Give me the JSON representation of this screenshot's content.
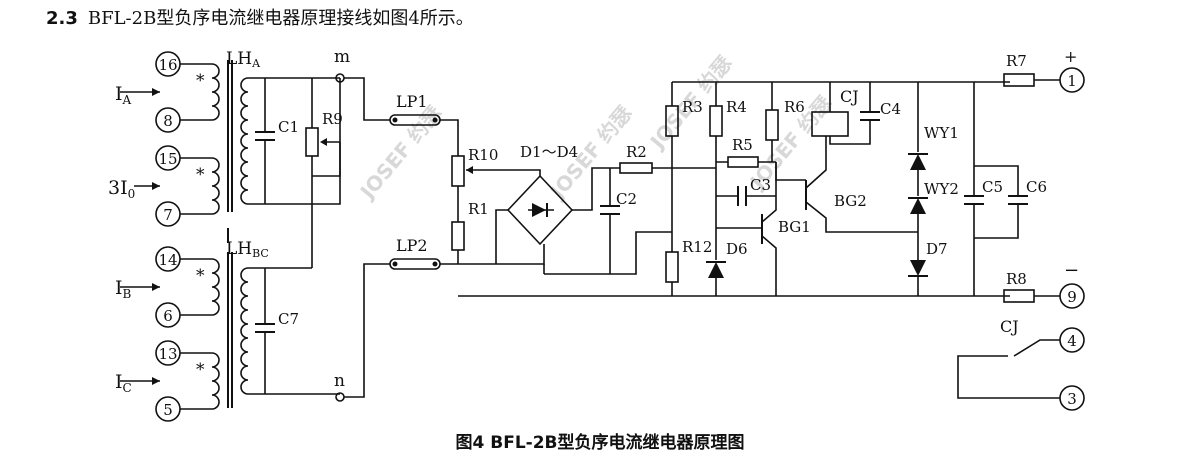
{
  "heading": {
    "number": "2.3",
    "text": "BFL-2B型负序电流继电器原理接线如图4所示。"
  },
  "caption": "图4 BFL-2B型负序电流继电器原理图",
  "watermark": "JOSEF 约瑟",
  "terminals": {
    "t16": "16",
    "t8": "8",
    "t15": "15",
    "t7": "7",
    "t14": "14",
    "t6": "6",
    "t13": "13",
    "t5": "5",
    "t1": "1",
    "t9": "9",
    "t4": "4",
    "t3": "3"
  },
  "inputs": {
    "ia": "I",
    "ia_sub": "A",
    "i0": "3I",
    "i0_sub": "0",
    "ib": "I",
    "ib_sub": "B",
    "ic": "I",
    "ic_sub": "C"
  },
  "star": "*",
  "labels": {
    "lha": "LH",
    "lha_sub": "A",
    "lhbc": "LH",
    "lhbc_sub": "BC",
    "m": "m",
    "n": "n",
    "c1": "C1",
    "r9": "R9",
    "c7": "C7",
    "lp1": "LP1",
    "lp2": "LP2",
    "r10": "R10",
    "r1": "R1",
    "d1d4": "D1～D4",
    "r2": "R2",
    "c2": "C2",
    "r3": "R3",
    "r4": "R4",
    "r5": "R5",
    "r6": "R6",
    "cj": "CJ",
    "c4": "C4",
    "c3": "C3",
    "bg1": "BG1",
    "bg2": "BG2",
    "r12": "R12",
    "d6": "D6",
    "wy1": "WY1",
    "wy2": "WY2",
    "d7": "D7",
    "c5": "C5",
    "c6": "C6",
    "r7": "R7",
    "r8": "R8",
    "plus": "+",
    "minus": "−",
    "cj_contact": "CJ"
  }
}
